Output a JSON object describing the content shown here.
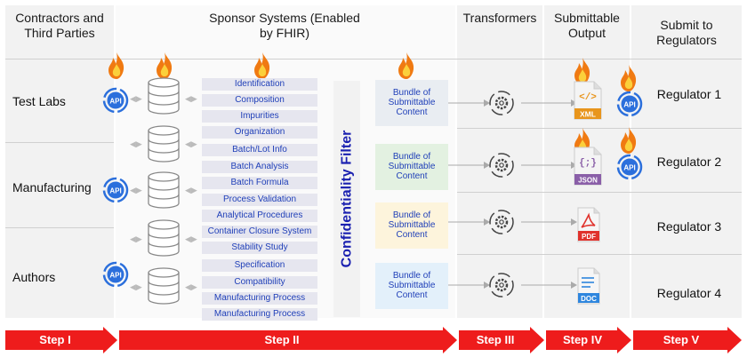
{
  "headers": {
    "contractors": "Contractors and Third Parties",
    "sponsor": "Sponsor Systems (Enabled by FHIR)",
    "transformers": "Transformers",
    "submittable": "Submittable Output",
    "regulators": "Submit to Regulators"
  },
  "rows": [
    "Test Labs",
    "Manufacturing",
    "Authors"
  ],
  "components": [
    "Identification",
    "Composition",
    "Impurities",
    "Organization",
    "Batch/Lot Info",
    "Batch Analysis",
    "Batch Formula",
    "Process Validation",
    "Analytical Procedures",
    "Container Closure System",
    "Stability Study",
    "Specification",
    "Compatibility",
    "Manufacturing Process",
    "Manufacturing Process"
  ],
  "filter_label": "Confidentiality Filter",
  "bundle_label": "Bundle of Submittable Content",
  "api_label": "API",
  "outputs": [
    "XML",
    "JSON",
    "PDF",
    "DOC"
  ],
  "regulators": [
    "Regulator 1",
    "Regulator 2",
    "Regulator 3",
    "Regulator 4"
  ],
  "steps": [
    "Step I",
    "Step II",
    "Step III",
    "Step IV",
    "Step V"
  ],
  "colors": {
    "step_red": "#ee1c1c",
    "component_text": "#1f3fb8",
    "filter_text": "#1a20b0",
    "api_blue": "#2b6fdc",
    "fire_orange": "#f07a12",
    "bundle_1": "#e9edf2",
    "bundle_2": "#e3f1e1",
    "bundle_3": "#fdf4dc",
    "bundle_4": "#e3f0fa"
  }
}
